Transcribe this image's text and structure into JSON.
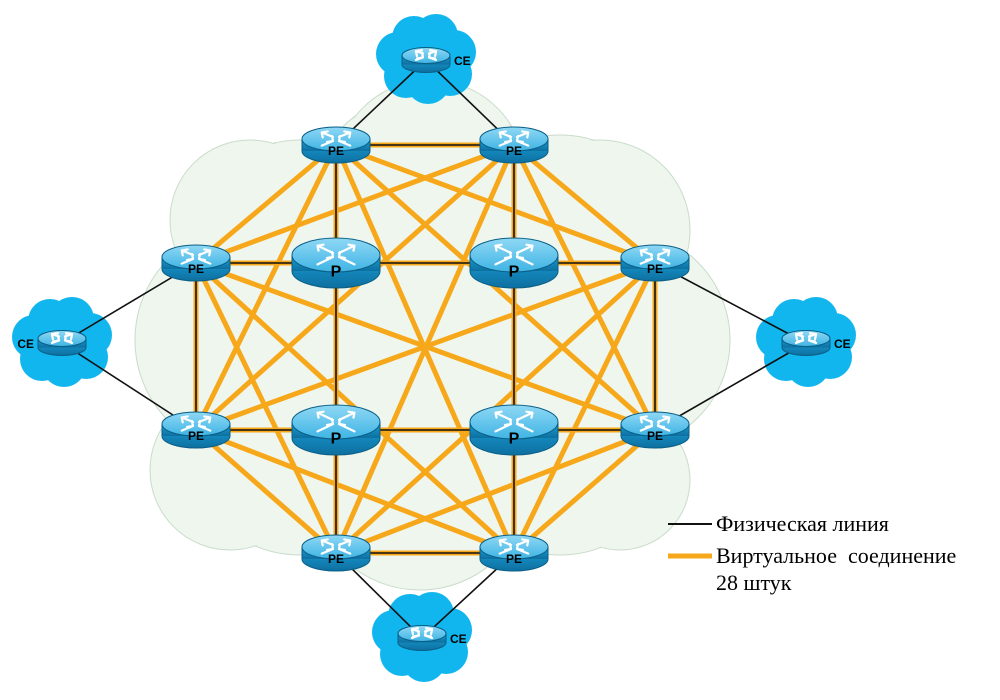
{
  "nodes": [
    {
      "id": "pe_tl",
      "kind": "PE",
      "label": "PE"
    },
    {
      "id": "pe_tr",
      "kind": "PE",
      "label": "PE"
    },
    {
      "id": "pe_lt",
      "kind": "PE",
      "label": "PE"
    },
    {
      "id": "pe_lb",
      "kind": "PE",
      "label": "PE"
    },
    {
      "id": "pe_rt",
      "kind": "PE",
      "label": "PE"
    },
    {
      "id": "pe_rb",
      "kind": "PE",
      "label": "PE"
    },
    {
      "id": "pe_bl",
      "kind": "PE",
      "label": "PE"
    },
    {
      "id": "pe_br",
      "kind": "PE",
      "label": "PE"
    },
    {
      "id": "p_tl",
      "kind": "P",
      "label": "P"
    },
    {
      "id": "p_tr",
      "kind": "P",
      "label": "P"
    },
    {
      "id": "p_bl",
      "kind": "P",
      "label": "P"
    },
    {
      "id": "p_br",
      "kind": "P",
      "label": "P"
    },
    {
      "id": "ce_top",
      "kind": "CE",
      "label": "CE"
    },
    {
      "id": "ce_left",
      "kind": "CE",
      "label": "CE"
    },
    {
      "id": "ce_right",
      "kind": "CE",
      "label": "CE"
    },
    {
      "id": "ce_bottom",
      "kind": "CE",
      "label": "CE"
    }
  ],
  "physical_links": [
    [
      "ce_top",
      "pe_tl"
    ],
    [
      "ce_top",
      "pe_tr"
    ],
    [
      "ce_left",
      "pe_lt"
    ],
    [
      "ce_left",
      "pe_lb"
    ],
    [
      "ce_right",
      "pe_rt"
    ],
    [
      "ce_right",
      "pe_rb"
    ],
    [
      "ce_bottom",
      "pe_bl"
    ],
    [
      "ce_bottom",
      "pe_br"
    ],
    [
      "pe_tl",
      "pe_tr"
    ],
    [
      "pe_bl",
      "pe_br"
    ],
    [
      "pe_lt",
      "pe_lb"
    ],
    [
      "pe_rt",
      "pe_rb"
    ],
    [
      "pe_lt",
      "p_tl"
    ],
    [
      "p_tl",
      "p_tr"
    ],
    [
      "p_tr",
      "pe_rt"
    ],
    [
      "pe_lb",
      "p_bl"
    ],
    [
      "p_bl",
      "p_br"
    ],
    [
      "p_br",
      "pe_rb"
    ],
    [
      "pe_tl",
      "p_tl"
    ],
    [
      "p_tl",
      "p_bl"
    ],
    [
      "p_bl",
      "pe_bl"
    ],
    [
      "pe_tr",
      "p_tr"
    ],
    [
      "p_tr",
      "p_br"
    ],
    [
      "p_br",
      "pe_br"
    ]
  ],
  "virtual_connections": {
    "mode": "full-mesh",
    "members": [
      "pe_tl",
      "pe_tr",
      "pe_lt",
      "pe_lb",
      "pe_rt",
      "pe_rb",
      "pe_bl",
      "pe_br"
    ]
  },
  "legend": {
    "physical_label": "Физическая линия",
    "virtual_label": "Виртуальное  соединение",
    "virtual_count_label": "28 штук"
  },
  "colors": {
    "router_body": "#1aa3d8",
    "router_top": "#6ac8ee",
    "router_edge": "#0b5f86",
    "ce_cloud": "#12b6ee",
    "core_cloud": "#eef6ee",
    "core_cloud_edge": "#c9dccb",
    "virtual": "#f7a81a",
    "physical": "#111111"
  }
}
